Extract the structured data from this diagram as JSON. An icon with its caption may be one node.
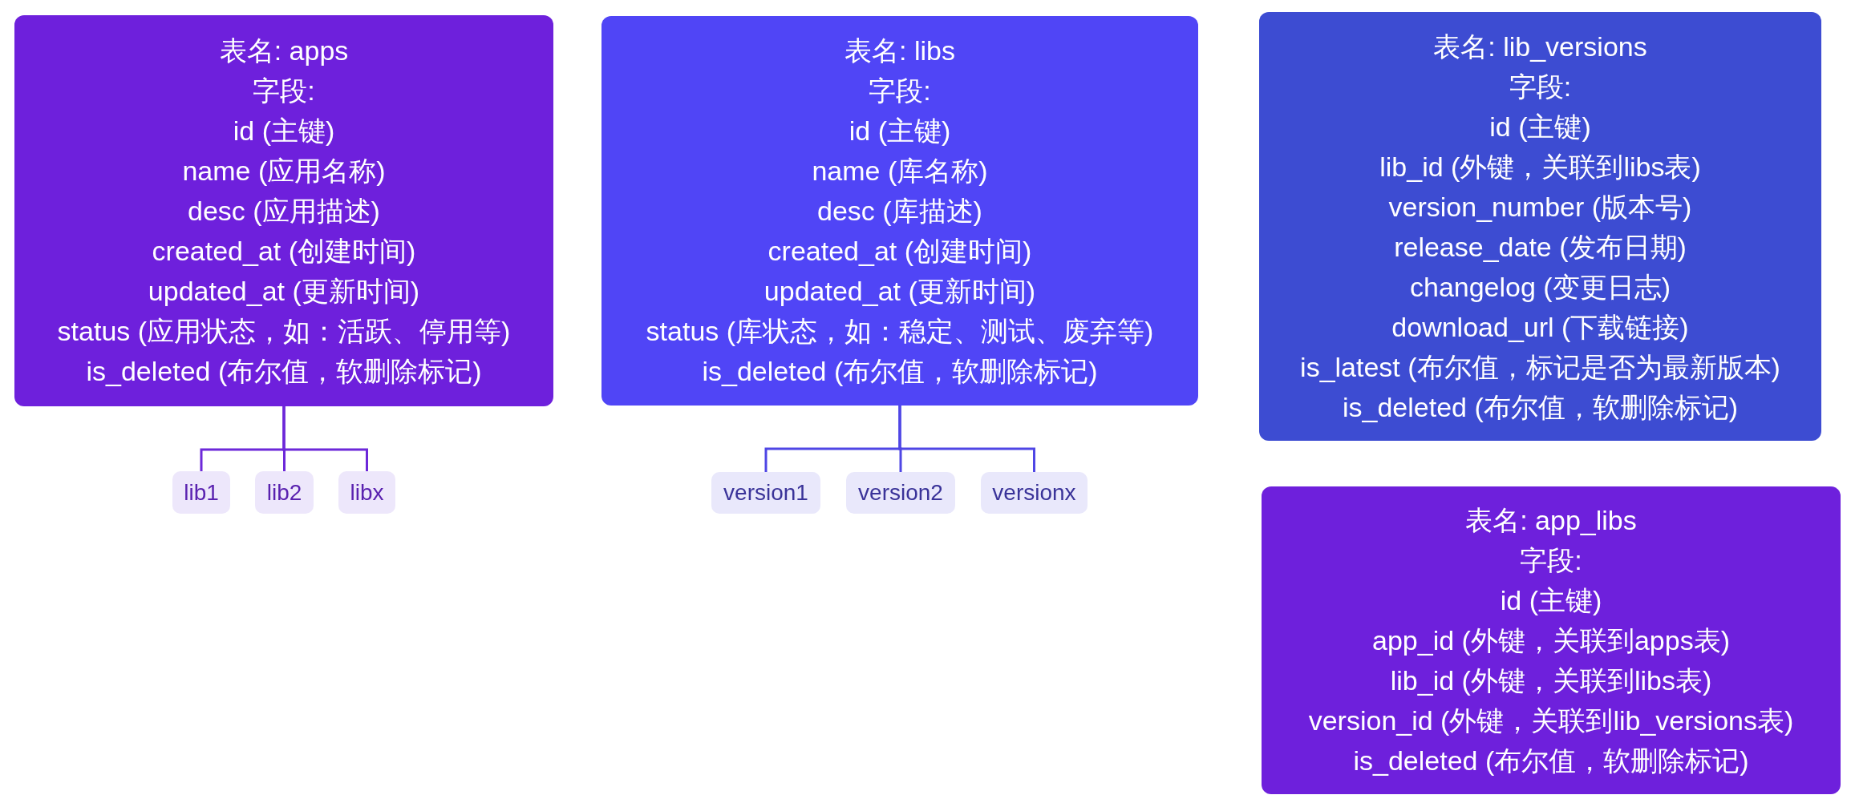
{
  "diagram": {
    "nodes": [
      {
        "text": [
          "表名: apps",
          "字段:",
          "id (主键)",
          "name (应用名称)",
          "desc (应用描述)",
          "created_at (创建时间)",
          "updated_at (更新时间)",
          "status (应用状态，如：活跃、停用等)",
          "is_deleted (布尔值，软删除标记)"
        ]
      },
      {
        "text": [
          "表名: libs",
          "字段:",
          "id (主键)",
          "name (库名称)",
          "desc (库描述)",
          "created_at (创建时间)",
          "updated_at (更新时间)",
          "status (库状态，如：稳定、测试、废弃等)",
          "is_deleted (布尔值，软删除标记)"
        ]
      },
      {
        "text": [
          "表名: lib_versions",
          "字段:",
          "id (主键)",
          "lib_id (外键，关联到libs表)",
          "version_number (版本号)",
          "release_date (发布日期)",
          "changelog (变更日志)",
          "download_url (下载链接)",
          "is_latest (布尔值，标记是否为最新版本)",
          "is_deleted (布尔值，软删除标记)"
        ]
      },
      {
        "text": [
          "lib1"
        ]
      },
      {
        "text": [
          "lib2"
        ]
      },
      {
        "text": [
          "libx"
        ]
      },
      {
        "text": [
          "version1"
        ]
      },
      {
        "text": [
          "version2"
        ]
      },
      {
        "text": [
          "versionx"
        ]
      },
      {
        "text": [
          "表名: app_libs",
          "字段:",
          "id (主键)",
          "app_id (外键，关联到apps表)",
          "lib_id (外键，关联到libs表)",
          "version_id (外键，关联到lib_versions表)",
          "is_deleted (布尔值，软删除标记)"
        ]
      }
    ],
    "edges": [
      {
        "from": 0,
        "to": 3,
        "arrow": "none"
      },
      {
        "from": 0,
        "to": 4,
        "arrow": "none"
      },
      {
        "from": 0,
        "to": 5,
        "arrow": "none"
      },
      {
        "from": 1,
        "to": 6,
        "arrow": "none",
        "color": "#4f46e5"
      },
      {
        "from": 1,
        "to": 7,
        "arrow": "none",
        "color": "#4f46e5"
      },
      {
        "from": 1,
        "to": 8,
        "arrow": "none",
        "color": "#4f46e5"
      }
    ]
  }
}
